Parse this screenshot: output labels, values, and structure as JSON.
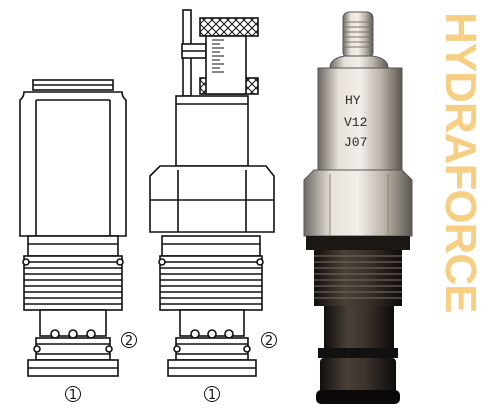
{
  "ports": {
    "cartridge_a": {
      "side_port": "2",
      "bottom_port": "1"
    },
    "cartridge_b": {
      "side_port": "2",
      "bottom_port": "1"
    }
  },
  "watermark": {
    "text": "HYDRAFORCE",
    "color": "#f6cf84"
  },
  "photo": {
    "engraving_line1": "HY",
    "engraving_line2": "V12",
    "engraving_line3": "J07"
  },
  "colors": {
    "line": "#111111",
    "fill": "#ffffff",
    "body_black": "#2b241f",
    "metal": "#c9c4bc"
  }
}
